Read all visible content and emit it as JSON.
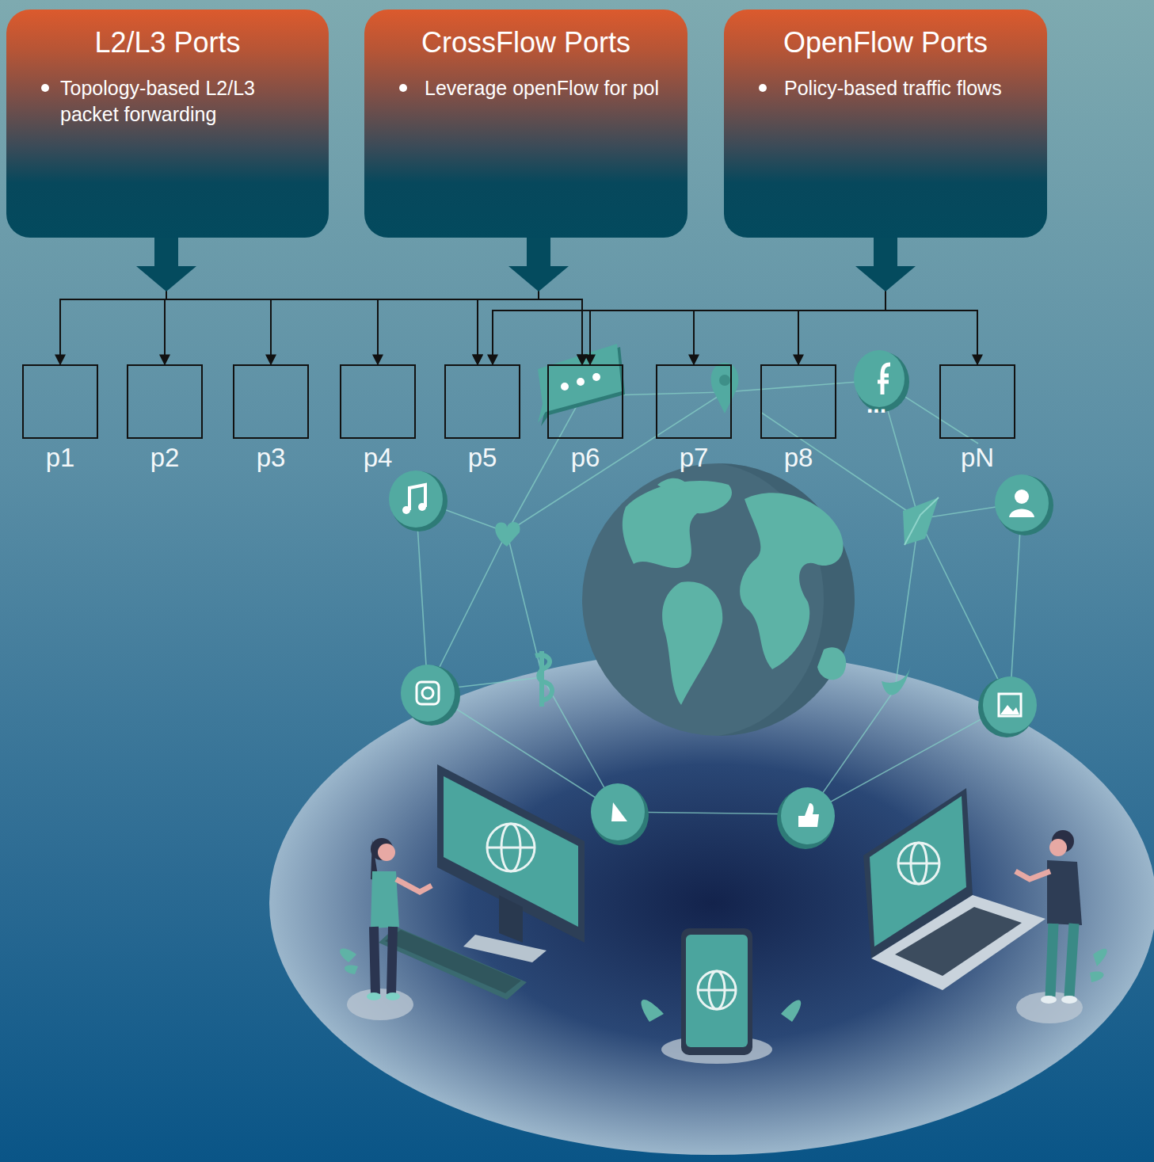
{
  "diagram": {
    "nodes": [
      {
        "text": [
          "L2/L3 Ports",
          "Topology-based L2/L3 packet forwarding"
        ]
      },
      {
        "text": [
          "CrossFlow Ports",
          "Leverage openFlow for pol"
        ]
      },
      {
        "text": [
          "OpenFlow Ports",
          "Policy-based traffic flows"
        ]
      },
      {
        "text": [
          "p1"
        ]
      },
      {
        "text": [
          "p2"
        ]
      },
      {
        "text": [
          "p3"
        ]
      },
      {
        "text": [
          "p4"
        ]
      },
      {
        "text": [
          "p5"
        ]
      },
      {
        "text": [
          "p6"
        ]
      },
      {
        "text": [
          "p7"
        ]
      },
      {
        "text": [
          "p8"
        ]
      },
      {
        "text": [
          "pN"
        ]
      }
    ],
    "edges": [
      {
        "from": 0,
        "to": 3,
        "arrow": "to"
      },
      {
        "from": 0,
        "to": 4,
        "arrow": "to"
      },
      {
        "from": 0,
        "to": 5,
        "arrow": "to"
      },
      {
        "from": 0,
        "to": 6,
        "arrow": "to"
      },
      {
        "from": 0,
        "to": 7,
        "arrow": "to"
      },
      {
        "from": 0,
        "to": 8,
        "arrow": "to"
      },
      {
        "from": 1,
        "to": 7,
        "arrow": "to"
      },
      {
        "from": 1,
        "to": 8,
        "arrow": "to"
      },
      {
        "from": 2,
        "to": 7,
        "arrow": "to"
      },
      {
        "from": 2,
        "to": 8,
        "arrow": "to"
      },
      {
        "from": 2,
        "to": 9,
        "arrow": "to"
      },
      {
        "from": 2,
        "to": 10,
        "arrow": "to"
      },
      {
        "from": 2,
        "to": 11,
        "arrow": "to"
      }
    ],
    "labels": [
      "..."
    ]
  }
}
